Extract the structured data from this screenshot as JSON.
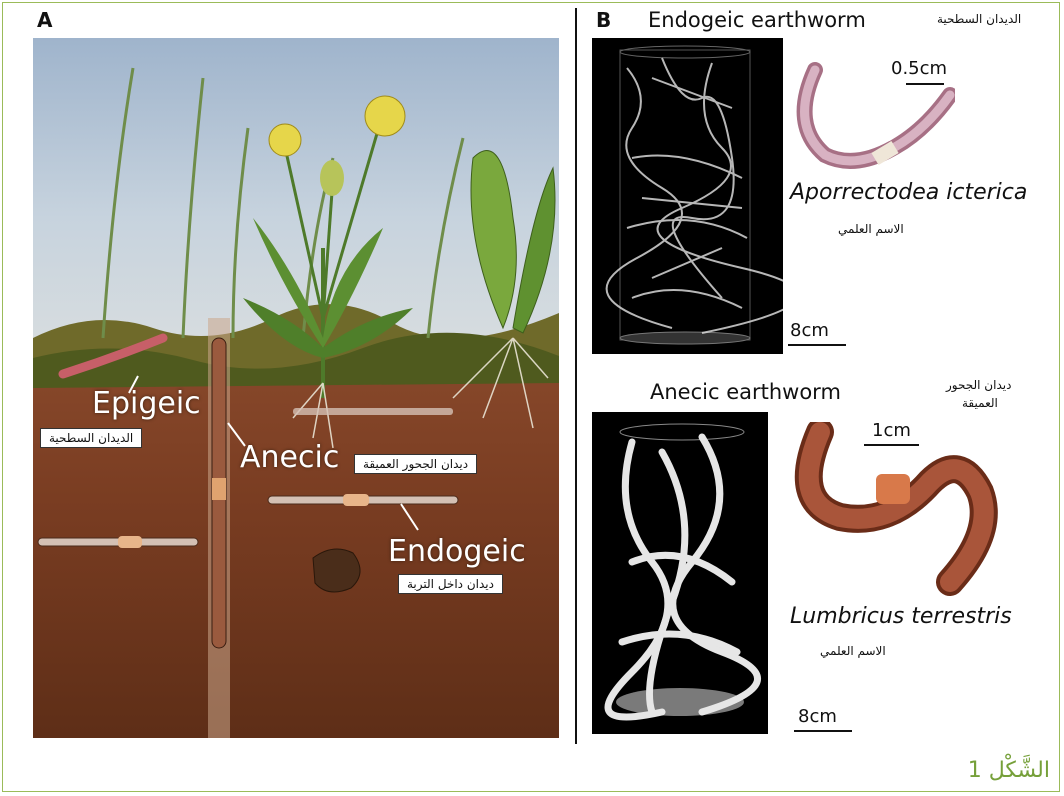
{
  "panel_a": {
    "letter": "A",
    "labels": {
      "epigeic": "Epigeic",
      "epigeic_ar": "الديدان السطحية",
      "anecic": "Anecic",
      "anecic_ar": "ديدان الجحور العميقة",
      "endogeic": "Endogeic",
      "endogeic_ar": "ديدان داخل التربة"
    }
  },
  "panel_b": {
    "letter": "B",
    "endogeic": {
      "heading": "Endogeic earthworm",
      "heading_ar": "الديدان السطحية",
      "species": "Aporrectodea icterica",
      "species_ar": "الاسم العلمي",
      "worm_scale": "0.5cm",
      "column_scale": "8cm"
    },
    "anecic": {
      "heading": "Anecic earthworm",
      "heading_ar_line1": "ديدان الجحور",
      "heading_ar_line2": "العميقة",
      "species": "Lumbricus terrestris",
      "species_ar": "الاسم العلمي",
      "worm_scale": "1cm",
      "column_scale": "8cm"
    }
  },
  "caption": "الشَّكْل 1"
}
